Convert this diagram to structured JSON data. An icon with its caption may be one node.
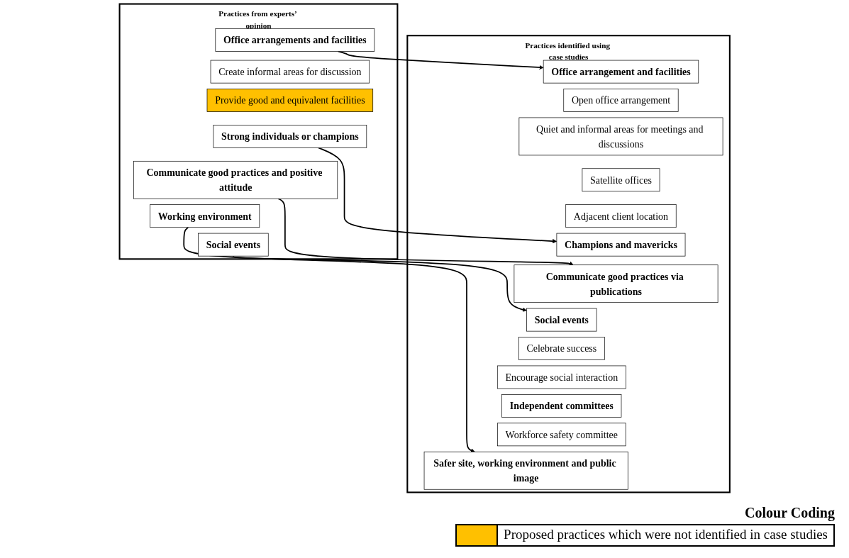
{
  "diagram": {
    "nodes": [
      {
        "text": [
          "Practices from experts’ opinion"
        ]
      },
      {
        "text": [
          "Office arrangements and facilities"
        ],
        "in": 0
      },
      {
        "text": [
          "Create informal areas for discussion"
        ],
        "in": 0
      },
      {
        "text": [
          "Provide good and equivalent facilities"
        ],
        "in": 0
      },
      {
        "text": [
          "Strong individuals or champions"
        ],
        "in": 0
      },
      {
        "text": [
          "Communicate good practices and positive attitude"
        ],
        "in": 0
      },
      {
        "text": [
          "Working environment"
        ],
        "in": 0
      },
      {
        "text": [
          "Social events"
        ],
        "in": 0
      },
      {
        "text": [
          "Practices identified using case studies"
        ]
      },
      {
        "text": [
          "Office arrangement and facilities"
        ],
        "in": 8
      },
      {
        "text": [
          "Open office arrangement"
        ],
        "in": 8
      },
      {
        "text": [
          "Quiet and informal areas for meetings and discussions"
        ],
        "in": 8
      },
      {
        "text": [
          "Satellite offices"
        ],
        "in": 8
      },
      {
        "text": [
          "Adjacent client location"
        ],
        "in": 8
      },
      {
        "text": [
          "Champions and mavericks"
        ],
        "in": 8
      },
      {
        "text": [
          "Communicate good practices via publications"
        ],
        "in": 8
      },
      {
        "text": [
          "Social events"
        ],
        "in": 8
      },
      {
        "text": [
          "Celebrate success"
        ],
        "in": 8
      },
      {
        "text": [
          "Encourage social interaction"
        ],
        "in": 8
      },
      {
        "text": [
          "Independent committees"
        ],
        "in": 8
      },
      {
        "text": [
          "Workforce safety committee"
        ],
        "in": 8
      },
      {
        "text": [
          "Safer site, working environment and public image"
        ],
        "in": 8
      }
    ],
    "edges": [
      {
        "from": 1,
        "to": 9,
        "arrow": "to"
      },
      {
        "from": 4,
        "to": 14,
        "arrow": "to"
      },
      {
        "from": 5,
        "to": 15,
        "arrow": "to"
      },
      {
        "from": 7,
        "to": 16,
        "arrow": "to"
      },
      {
        "from": 6,
        "to": 21,
        "arrow": "to"
      }
    ],
    "labels": [
      "Colour Coding"
    ],
    "legend": [
      {
        "text": "Proposed practices which were not identified in case studies",
        "color": "#ffc000"
      }
    ]
  }
}
